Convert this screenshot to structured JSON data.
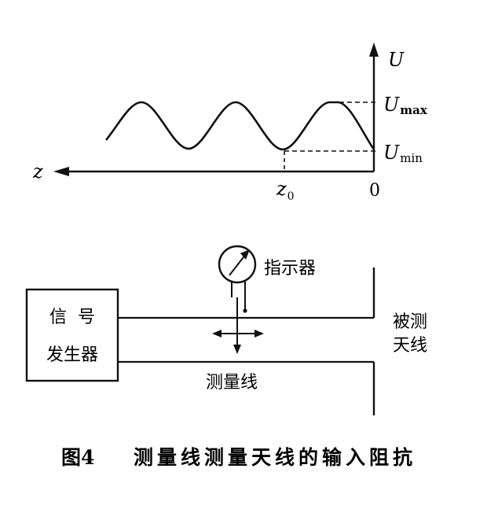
{
  "wave_plot": {
    "axis_label_U": "U",
    "axis_label_z": "z",
    "label_Umax_main": "U",
    "label_Umax_sub": "max",
    "label_Umin_main": "U",
    "label_Umin_sub": "min",
    "label_z0_main": "z",
    "label_z0_sub": "0",
    "label_origin": "0"
  },
  "apparatus": {
    "generator_line1": "信  号",
    "generator_line2": "发生器",
    "indicator_label": "指示器",
    "antenna_label_line1": "被测",
    "antenna_label_line2": "天线",
    "line_label": "测量线"
  },
  "caption": {
    "figure_number": "图4",
    "title": "测量线测量天线的输入阻抗"
  }
}
